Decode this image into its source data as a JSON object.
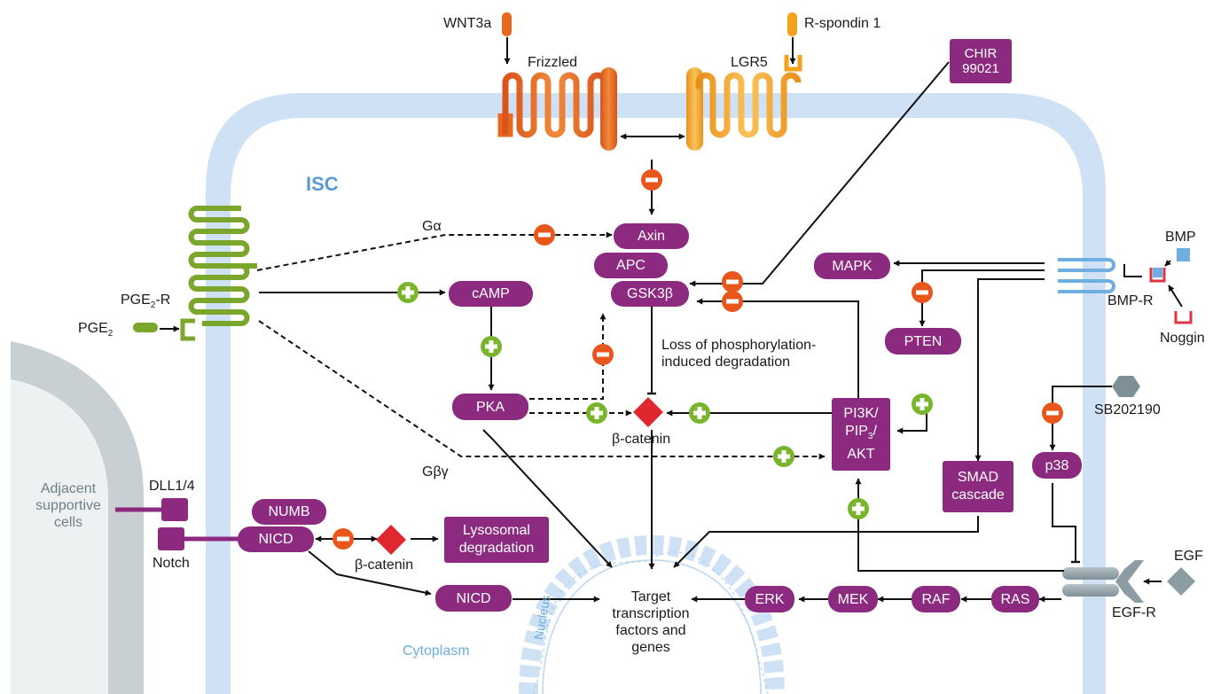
{
  "cell_label": "ISC",
  "cytoplasm_label": "Cytoplasm",
  "nucleus_label": "Nucleus",
  "target_label": [
    "Target",
    "transcription",
    "factors and",
    "genes"
  ],
  "ligands": {
    "wnt3a": "WNT3a",
    "frizzled": "Frizzled",
    "lgr5": "LGR5",
    "rspondin": "R-spondin 1",
    "pge2r": "PGE",
    "pge2r_sub": "2",
    "pge2r_suffix": "-R",
    "pge2": "PGE",
    "pge2_sub": "2",
    "bmp": "BMP",
    "bmpr": "BMP-R",
    "noggin": "Noggin",
    "sb": "SB202190",
    "egf": "EGF",
    "egfr": "EGF-R",
    "dll": "DLL1/4",
    "notch": "Notch",
    "adjacent": [
      "Adjacent",
      "supportive",
      "cells"
    ]
  },
  "edge_labels": {
    "galpha": "Gα",
    "gbg": "Gβγ",
    "loss": [
      "Loss of phosphorylation-",
      "induced degradation"
    ],
    "bcat1": "β-catenin",
    "bcat2": "β-catenin"
  },
  "nodes": {
    "chir": [
      "CHIR",
      "99021"
    ],
    "axin": "Axin",
    "apc": "APC",
    "gsk": "GSK3β",
    "camp": "cAMP",
    "pka": "PKA",
    "mapk": "MAPK",
    "pten": "PTEN",
    "pi3k": [
      "PI3K/",
      "PIP",
      "/",
      "AKT"
    ],
    "pi3k_sub": "3",
    "smad": [
      "SMAD",
      "cascade"
    ],
    "p38": "p38",
    "numb": "NUMB",
    "nicd1": "NICD",
    "nicd2": "NICD",
    "lyso": [
      "Lysosomal",
      "degradation"
    ],
    "erk": "ERK",
    "mek": "MEK",
    "raf": "RAF",
    "ras": "RAS"
  },
  "colors": {
    "node": "#8b2a7f",
    "membrane": "#cfe1f5",
    "inhibit": "#e8561b",
    "activate": "#78b52b",
    "frizzled": "#e9671e",
    "lgr5": "#f4a21e",
    "pge2r": "#7aa62c",
    "bmp": "#6faee0",
    "egfr": "#8d9ca3"
  }
}
